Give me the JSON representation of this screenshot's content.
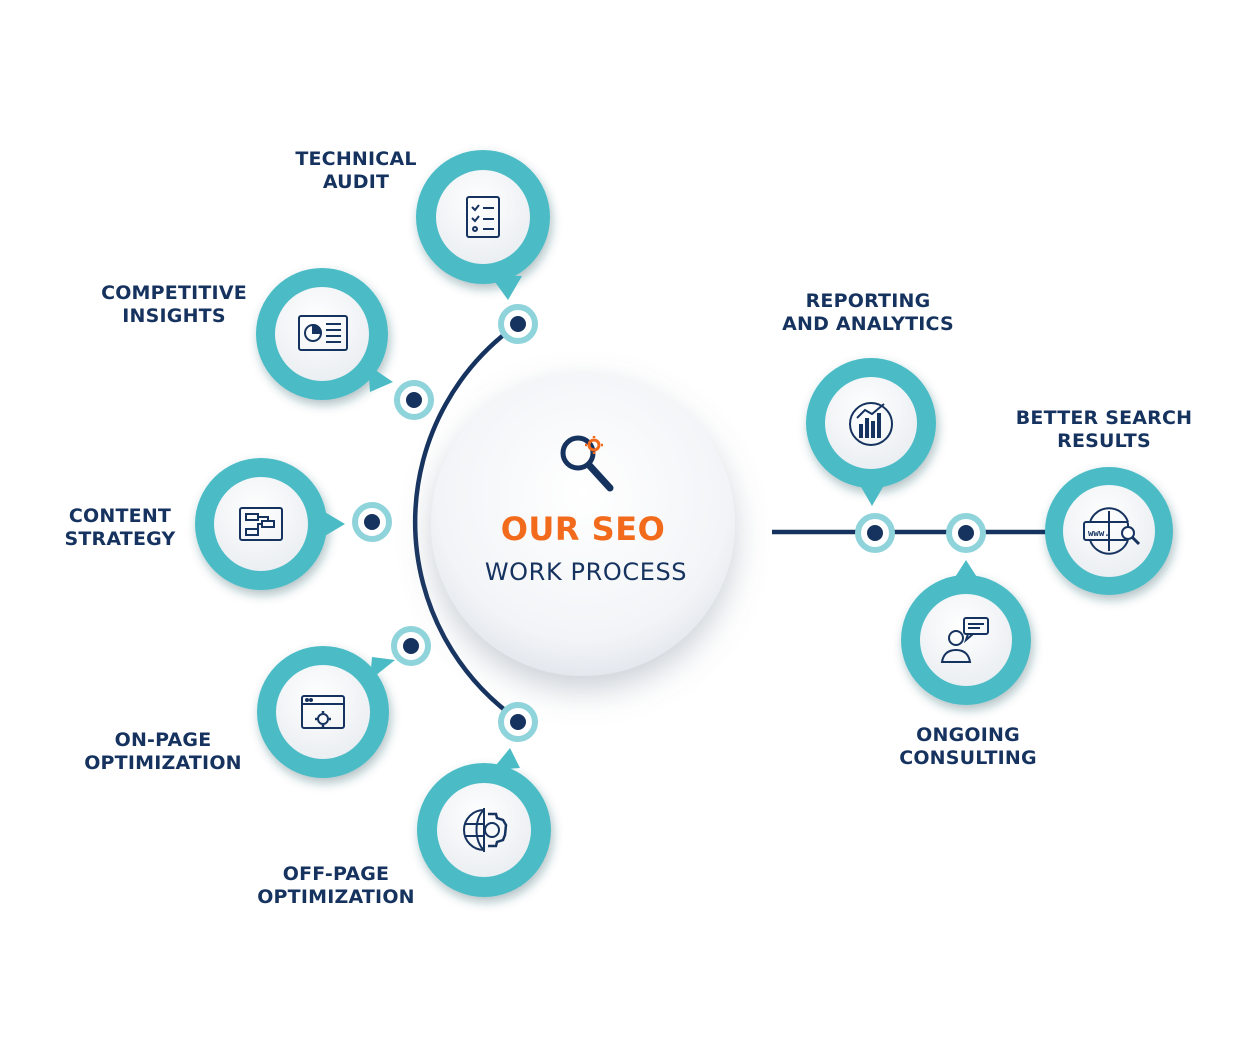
{
  "center": {
    "title": "OUR SEO",
    "subtitle": "WORK PROCESS",
    "icon": "magnifier-gear-icon"
  },
  "colors": {
    "teal": "#4bbcc6",
    "navy": "#16335f",
    "orange": "#f26a1b",
    "node_ring": "#8fd3db"
  },
  "steps": [
    {
      "id": "technical-audit",
      "line1": "TECHNICAL",
      "line2": "AUDIT",
      "icon": "checklist-icon"
    },
    {
      "id": "competitive-insights",
      "line1": "COMPETITIVE",
      "line2": "INSIGHTS",
      "icon": "report-pie-icon"
    },
    {
      "id": "content-strategy",
      "line1": "CONTENT",
      "line2": "STRATEGY",
      "icon": "flow-board-icon"
    },
    {
      "id": "on-page-optimization",
      "line1": "ON-PAGE",
      "line2": "OPTIMIZATION",
      "icon": "browser-gear-icon"
    },
    {
      "id": "off-page-optimization",
      "line1": "OFF-PAGE",
      "line2": "OPTIMIZATION",
      "icon": "globe-gear-icon"
    },
    {
      "id": "reporting-and-analytics",
      "line1": "REPORTING",
      "line2": "AND ANALYTICS",
      "icon": "bar-chart-icon"
    },
    {
      "id": "better-search-results",
      "line1": "BETTER SEARCH",
      "line2": "RESULTS",
      "icon": "www-search-icon"
    },
    {
      "id": "ongoing-consulting",
      "line1": "ONGOING",
      "line2": "CONSULTING",
      "icon": "consultant-chat-icon"
    }
  ]
}
